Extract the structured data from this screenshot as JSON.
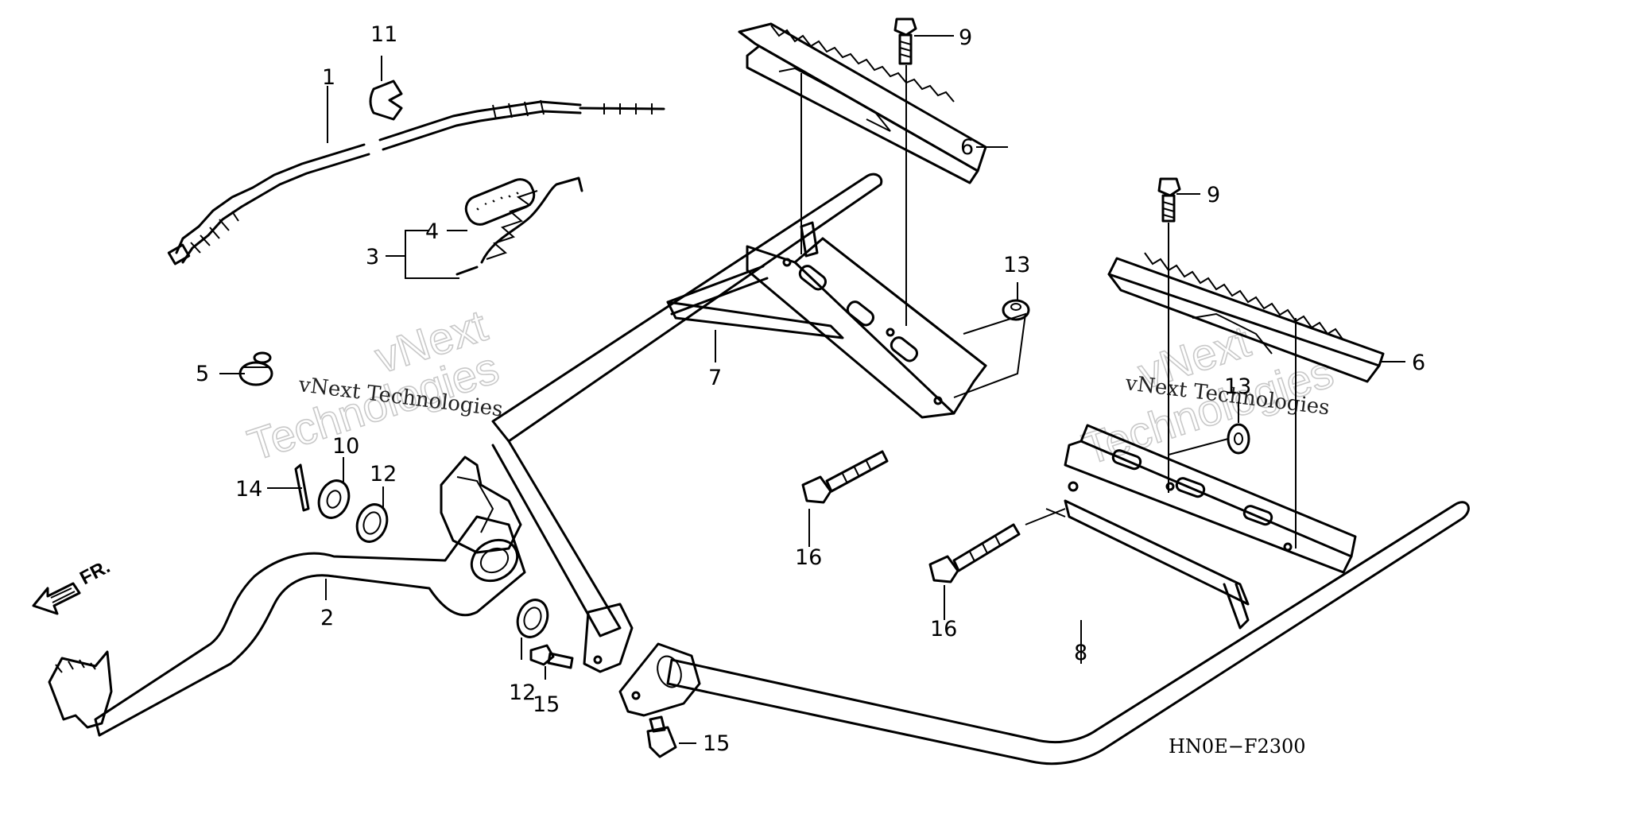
{
  "diagram": {
    "code": "HN0E−F2300",
    "watermarks": [
      {
        "small": "vNext Technologies",
        "big_line1": "vNext",
        "big_line2": "Technologies"
      },
      {
        "small": "vNext Technologies",
        "big_line1": "vNext",
        "big_line2": "Technologies"
      }
    ],
    "front_indicator": "FR.",
    "labels": {
      "p1": "1",
      "p2": "2",
      "p3": "3",
      "p4": "4",
      "p5": "5",
      "p6a": "6",
      "p6b": "6",
      "p7": "7",
      "p8": "8",
      "p9a": "9",
      "p9b": "9",
      "p10": "10",
      "p11": "11",
      "p12a": "12",
      "p12b": "12",
      "p13a": "13",
      "p13b": "13",
      "p14": "14",
      "p15a": "15",
      "p15b": "15",
      "p16a": "16",
      "p16b": "16"
    }
  }
}
